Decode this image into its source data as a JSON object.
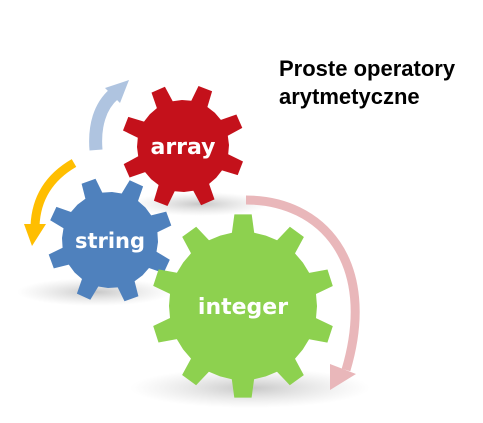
{
  "title": {
    "line1": "Proste operatory",
    "line2": "arytmetyczne"
  },
  "gears": {
    "array": {
      "label": "array",
      "color": "#C4111B"
    },
    "string": {
      "label": "string",
      "color": "#4F81BD"
    },
    "integer": {
      "label": "integer",
      "color": "#8DD14F"
    }
  },
  "arrows": {
    "top": {
      "color": "#AFC4E0"
    },
    "left": {
      "color": "#FFBE00"
    },
    "right": {
      "color": "#E9B7BA"
    }
  },
  "icons": [
    "gear-icon",
    "curved-arrow-icon"
  ]
}
